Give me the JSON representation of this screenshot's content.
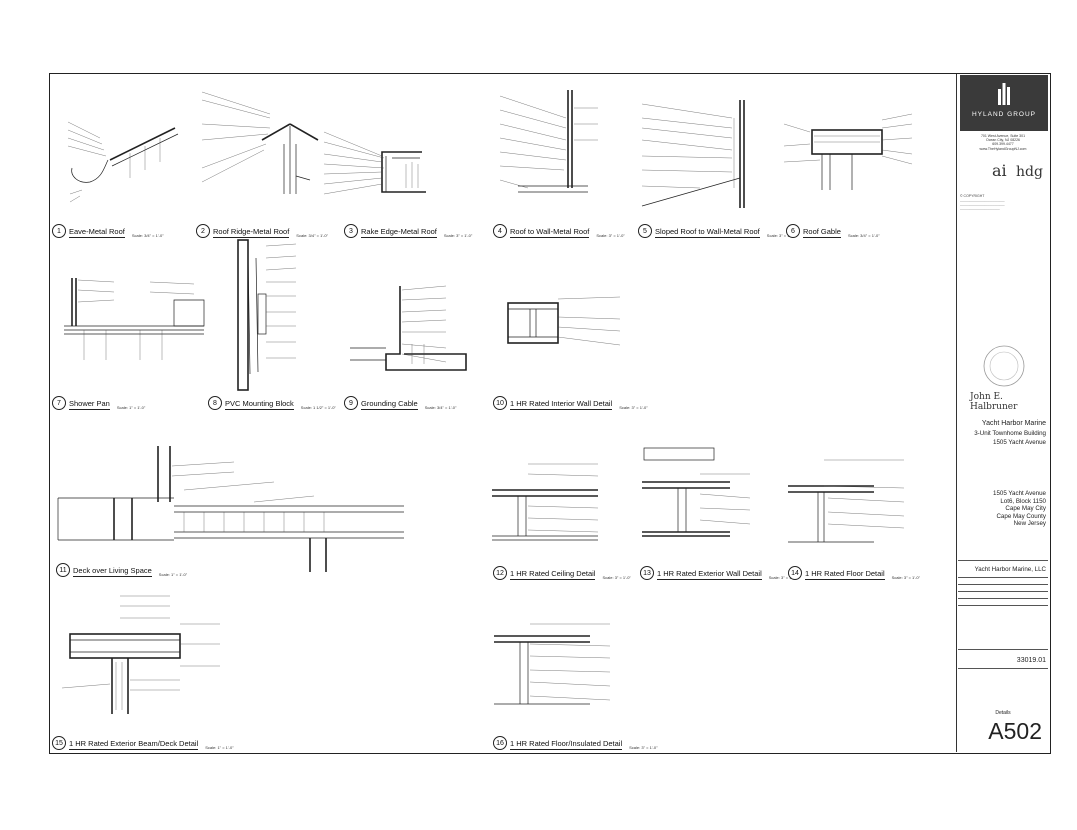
{
  "details": [
    {
      "num": "1",
      "title": "Eave-Metal Roof",
      "scale": "Scale: 3/4\" = 1'-0\""
    },
    {
      "num": "2",
      "title": "Roof Ridge-Metal Roof",
      "scale": "Scale: 3/4\" = 1'-0\""
    },
    {
      "num": "3",
      "title": "Rake Edge-Metal Roof",
      "scale": "Scale: 3\" = 1'-0\""
    },
    {
      "num": "4",
      "title": "Roof to Wall-Metal Roof",
      "scale": "Scale: 3\" = 1'-0\""
    },
    {
      "num": "5",
      "title": "Sloped Roof to Wall-Metal Roof",
      "scale": "Scale: 3\" = 1'-0\""
    },
    {
      "num": "6",
      "title": "Roof Gable",
      "scale": "Scale: 3/4\" = 1'-0\""
    },
    {
      "num": "7",
      "title": "Shower Pan",
      "scale": "Scale: 1\" = 1'-0\""
    },
    {
      "num": "8",
      "title": "PVC Mounting Block",
      "scale": "Scale: 1 1/2\" = 1'-0\""
    },
    {
      "num": "9",
      "title": "Grounding Cable",
      "scale": "Scale: 3/4\" = 1'-0\""
    },
    {
      "num": "10",
      "title": "1 HR Rated Interior Wall Detail",
      "scale": "Scale: 3\" = 1'-0\""
    },
    {
      "num": "11",
      "title": "Deck over Living Space",
      "scale": "Scale: 1\" = 1'-0\""
    },
    {
      "num": "12",
      "title": "1 HR Rated Ceiling Detail",
      "scale": "Scale: 3\" = 1'-0\""
    },
    {
      "num": "13",
      "title": "1 HR Rated Exterior Wall Detail",
      "scale": "Scale: 3\" = 1'-0\""
    },
    {
      "num": "14",
      "title": "1 HR Rated Floor Detail",
      "scale": "Scale: 3\" = 1'-0\""
    },
    {
      "num": "15",
      "title": "1 HR Rated Exterior Beam/Deck Detail",
      "scale": "Scale: 1\" = 1'-0\""
    },
    {
      "num": "16",
      "title": "1 HR Rated Floor/Insulated Detail",
      "scale": "Scale: 3\" = 1'-0\""
    }
  ],
  "title_block": {
    "firm": "HYLAND GROUP",
    "firm_address": [
      "701 West Avenue, Suite 301",
      "Ocean City, NJ 08226",
      "609.399.4477",
      "www.TheHylandGroupNJ.com"
    ],
    "copyright": "© COPYRIGHT",
    "signature": "John E. Halbruner",
    "project_name": "Yacht Harbor Marine",
    "project_desc": "3-Unit Townhome Building",
    "project_addr": "1505 Yacht Avenue",
    "site": [
      "1505 Yacht Avenue",
      "Lot6, Block 1150",
      "Cape May City",
      "Cape May County",
      "New Jersey"
    ],
    "client": "Yacht Harbor Marine, LLC",
    "job_number": "33019.01",
    "sheet_title": "Details",
    "sheet_number": "A502"
  }
}
